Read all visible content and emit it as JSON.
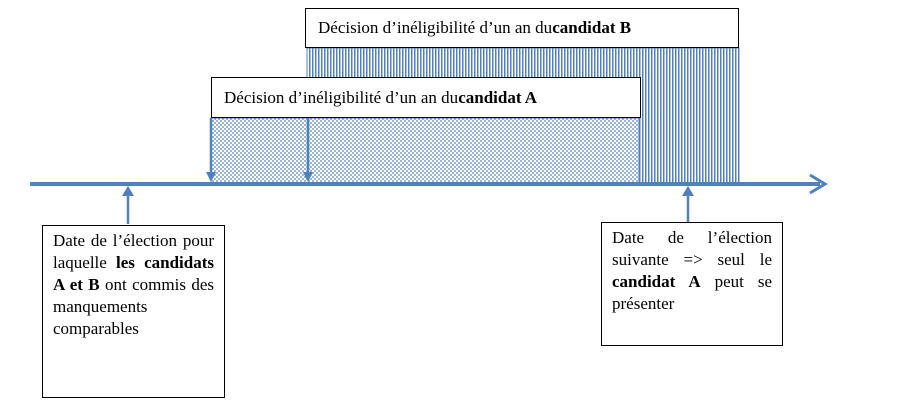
{
  "decision_b": {
    "prefix": "Décision d’inéligibilité d’un an du ",
    "bold": "candidat B"
  },
  "decision_a": {
    "prefix": "Décision d’inéligibilité d’un an du ",
    "bold": "candidat A"
  },
  "left_note": {
    "part1": "Date de l’élection pour laquelle ",
    "bold": "les candidats A et B",
    "part2": " ont commis des manquements comparables"
  },
  "right_note": {
    "part1": "Date de l’élection suivante => seul le ",
    "bold": "candidat A",
    "part2": " peut se présenter"
  },
  "colors": {
    "axis": "#4f81bd",
    "fill": "#4f81bd",
    "border": "#000000"
  }
}
